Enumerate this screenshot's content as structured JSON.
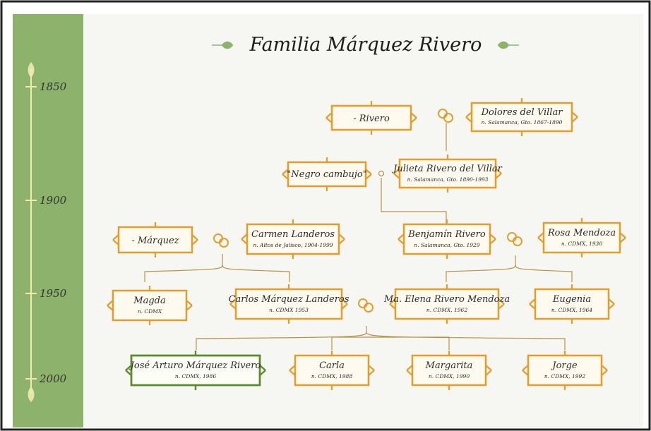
{
  "title": "Familia Márquez Rivero",
  "colors": {
    "frame_gold": "#e39d2b",
    "frame_green": "#5e8a2e",
    "timeline_band": "#8db26c",
    "connector": "#b8914a",
    "paper": "#f7f7f4"
  },
  "timeline": [
    "1850",
    "1900",
    "1950",
    "2000"
  ],
  "people": {
    "rivero": {
      "name": "- Rivero",
      "detail": ""
    },
    "dolores": {
      "name": "Dolores del Villar",
      "detail": "n. Salamanca, Gto. 1867-1890"
    },
    "negro": {
      "name": "\"Negro cambujo\"",
      "detail": ""
    },
    "julieta": {
      "name": "Julieta Rivero del Villar",
      "detail": "n. Salamanca, Gto. 1890-1993"
    },
    "marquez": {
      "name": "- Márquez",
      "detail": ""
    },
    "carmen": {
      "name": "Carmen Landeros",
      "detail": "n. Altos de Jalisco, 1904-1999"
    },
    "benjamin": {
      "name": "Benjamín Rivero",
      "detail": "n. Salamanca, Gto. 1929"
    },
    "rosa": {
      "name": "Rosa Mendoza",
      "detail": "n. CDMX, 1930"
    },
    "magda": {
      "name": "Magda",
      "detail": "n. CDMX"
    },
    "carlos": {
      "name": "Carlos Márquez Landeros",
      "detail": "n. CDMX 1953"
    },
    "elena": {
      "name": "Ma. Elena Rivero Mendoza",
      "detail": "n. CDMX, 1962"
    },
    "eugenia": {
      "name": "Eugenia",
      "detail": "n. CDMX, 1964"
    },
    "jose": {
      "name": "José Arturo Márquez Rivero",
      "detail": "n. CDMX, 1986"
    },
    "carla": {
      "name": "Carla",
      "detail": "n. CDMX, 1988"
    },
    "margarita": {
      "name": "Margarita",
      "detail": "n. CDMX, 1990"
    },
    "jorge": {
      "name": "Jorge",
      "detail": "n. CDMX, 1992"
    }
  }
}
